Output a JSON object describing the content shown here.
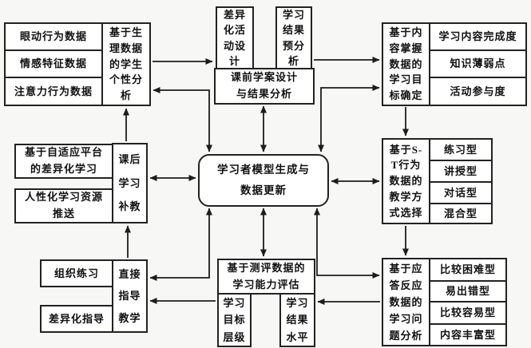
{
  "diagram_title": "学习者模型数据流程图",
  "colors": {
    "line": "#1c1c1c",
    "box_border": "#222222",
    "box_bg": "#ffffff",
    "page_bg": "#f7f7f5"
  },
  "nodes": {
    "eye_movement": {
      "label": "眼动行为数据"
    },
    "emotion_feature": {
      "label": "情感特征数据"
    },
    "attention_behavior": {
      "label": "注意力行为数据"
    },
    "physio_analysis": {
      "label": "基于生\n理数据\n的学生\n个性分\n析"
    },
    "diff_activity": {
      "label": "差异\n化活\n动设\n计"
    },
    "result_preanalysis": {
      "label": "学习\n结果\n预分\n析"
    },
    "pre_class": {
      "label": "课前学案设计\n与结果分析"
    },
    "content_mastery": {
      "label": "基于内\n容掌握\n数据的\n学习目\n标确定"
    },
    "content_completion": {
      "label": "学习内容完成度"
    },
    "knowledge_weak": {
      "label": "知识薄弱点"
    },
    "activity_participation": {
      "label": "活动参与度"
    },
    "adaptive_platform": {
      "label": "基于自适应平台\n的差异化学习"
    },
    "personalized_resources": {
      "label": "人性化学习资源\n推送"
    },
    "after_class": {
      "label": "课后\n学习\n补教"
    },
    "learner_model": {
      "label": "学习者模型生成与\n数据更新"
    },
    "st_behavior": {
      "label": "基于S-\nT行为\n数据的\n教学方\n式选择"
    },
    "practice_type": {
      "label": "练习型"
    },
    "lecture_type": {
      "label": "讲授型"
    },
    "dialogue_type": {
      "label": "对话型"
    },
    "mixed_type": {
      "label": "混合型"
    },
    "organize_practice": {
      "label": "组织练习"
    },
    "diff_guidance": {
      "label": "差异化指导"
    },
    "direct_teaching": {
      "label": "直接\n指导\n教学"
    },
    "assessment": {
      "label": "基于测评数据的\n学习能力评估"
    },
    "goal_level": {
      "label": "学习\n目标\n层级"
    },
    "result_level": {
      "label": "学习\n结果\n水平"
    },
    "response_analysis": {
      "label": "基于应\n答反应\n数据的\n学习问\n题分析"
    },
    "difficult_type": {
      "label": "比较困难型"
    },
    "error_prone_type": {
      "label": "易出错型"
    },
    "easy_type": {
      "label": "比较容易型"
    },
    "rich_content_type": {
      "label": "内容丰富型"
    }
  },
  "edges": [
    {
      "from": "physio_analysis",
      "to": "pre_class",
      "bidirectional": false
    },
    {
      "from": "result_preanalysis",
      "to": "content_mastery",
      "bidirectional": false
    },
    {
      "from": "learner_model",
      "to": "physio_analysis",
      "bidirectional": true
    },
    {
      "from": "learner_model",
      "to": "pre_class",
      "bidirectional": true
    },
    {
      "from": "learner_model",
      "to": "content_mastery",
      "bidirectional": true
    },
    {
      "from": "after_class",
      "to": "physio_analysis",
      "bidirectional": false
    },
    {
      "from": "learner_model",
      "to": "after_class",
      "bidirectional": true
    },
    {
      "from": "learner_model",
      "to": "st_behavior",
      "bidirectional": true
    },
    {
      "from": "content_mastery",
      "to": "st_behavior",
      "bidirectional": false
    },
    {
      "from": "st_behavior",
      "to": "response_analysis",
      "bidirectional": false
    },
    {
      "from": "learner_model",
      "to": "response_analysis",
      "bidirectional": true
    },
    {
      "from": "learner_model",
      "to": "assessment",
      "bidirectional": true
    },
    {
      "from": "learner_model",
      "to": "direct_teaching",
      "bidirectional": true
    },
    {
      "from": "assessment",
      "to": "direct_teaching",
      "bidirectional": false
    },
    {
      "from": "response_analysis",
      "to": "assessment",
      "bidirectional": false
    },
    {
      "from": "direct_teaching",
      "to": "after_class",
      "bidirectional": false
    }
  ]
}
